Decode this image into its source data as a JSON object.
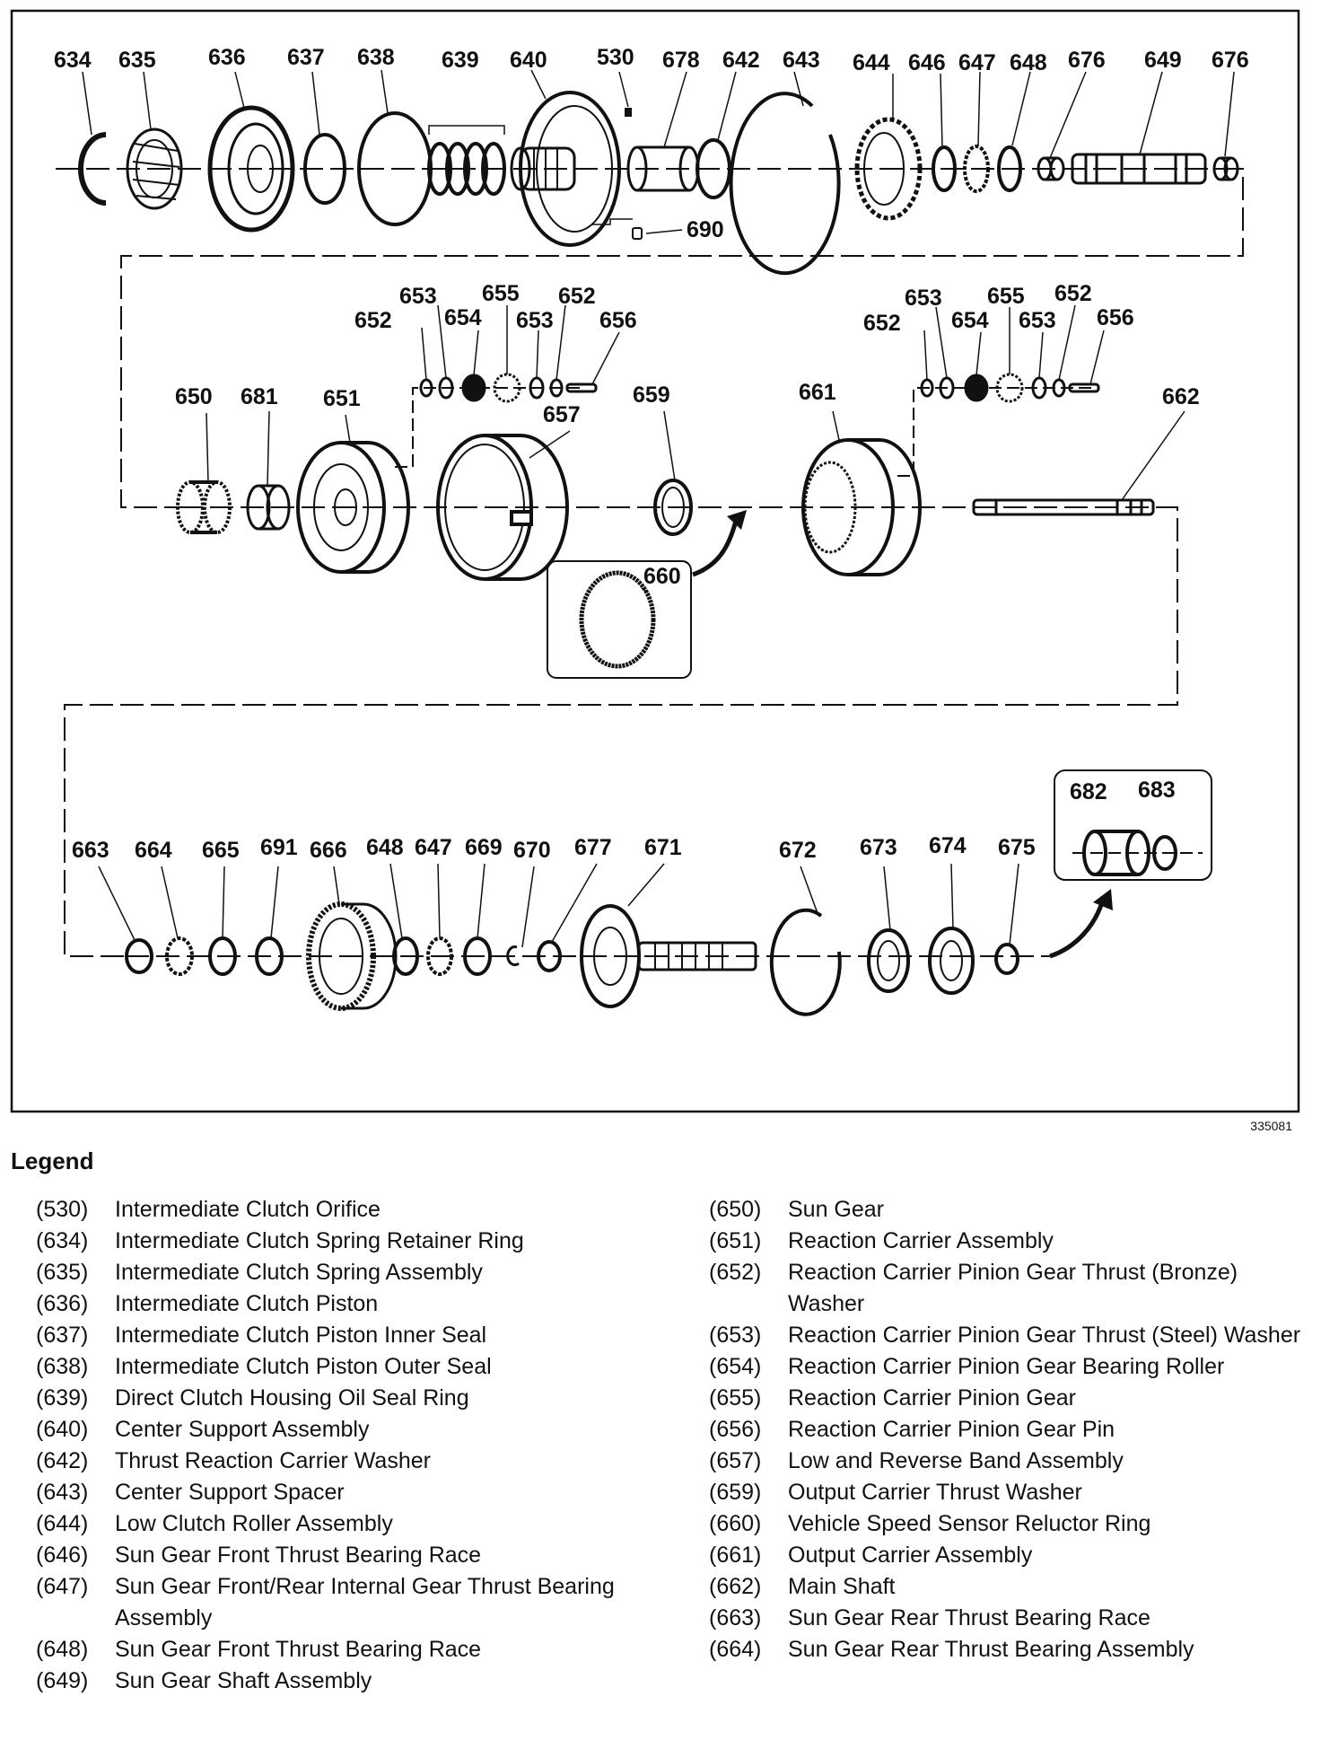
{
  "figure_id": "335081",
  "legend_title": "Legend",
  "callouts": {
    "r1": [
      "634",
      "635",
      "636",
      "637",
      "638",
      "639",
      "640",
      "530",
      "678",
      "642",
      "643",
      "644",
      "646",
      "647",
      "648",
      "676",
      "649",
      "676"
    ],
    "r1_extra": [
      "690"
    ],
    "r2": [
      "652",
      "653",
      "654",
      "655",
      "653",
      "652",
      "656",
      "652",
      "653",
      "654",
      "655",
      "653",
      "652",
      "656",
      "650",
      "681",
      "651",
      "657",
      "659",
      "661",
      "662",
      "660"
    ],
    "r3": [
      "663",
      "664",
      "665",
      "691",
      "666",
      "648",
      "647",
      "669",
      "670",
      "677",
      "671",
      "672",
      "673",
      "674",
      "675",
      "682",
      "683"
    ]
  },
  "legend_left": [
    {
      "num": "(530)",
      "desc": "Intermediate Clutch Orifice"
    },
    {
      "num": "(634)",
      "desc": "Intermediate Clutch Spring Retainer Ring"
    },
    {
      "num": "(635)",
      "desc": "Intermediate Clutch Spring Assembly"
    },
    {
      "num": "(636)",
      "desc": "Intermediate Clutch Piston"
    },
    {
      "num": "(637)",
      "desc": "Intermediate Clutch Piston Inner Seal"
    },
    {
      "num": "(638)",
      "desc": "Intermediate Clutch Piston Outer Seal"
    },
    {
      "num": "(639)",
      "desc": "Direct Clutch Housing Oil Seal Ring"
    },
    {
      "num": "(640)",
      "desc": "Center Support Assembly"
    },
    {
      "num": "(642)",
      "desc": "Thrust Reaction Carrier Washer"
    },
    {
      "num": "(643)",
      "desc": "Center Support Spacer"
    },
    {
      "num": "(644)",
      "desc": "Low Clutch Roller Assembly"
    },
    {
      "num": "(646)",
      "desc": "Sun Gear Front Thrust Bearing Race"
    },
    {
      "num": "(647)",
      "desc": "Sun Gear Front/Rear Internal Gear Thrust Bearing Assembly"
    },
    {
      "num": "(648)",
      "desc": "Sun Gear Front Thrust Bearing Race"
    },
    {
      "num": "(649)",
      "desc": "Sun Gear Shaft Assembly"
    }
  ],
  "legend_right": [
    {
      "num": "(650)",
      "desc": "Sun Gear"
    },
    {
      "num": "(651)",
      "desc": "Reaction Carrier Assembly"
    },
    {
      "num": "(652)",
      "desc": "Reaction Carrier Pinion Gear Thrust (Bronze) Washer"
    },
    {
      "num": "(653)",
      "desc": "Reaction Carrier Pinion Gear Thrust (Steel) Washer"
    },
    {
      "num": "(654)",
      "desc": "Reaction Carrier Pinion Gear Bearing Roller"
    },
    {
      "num": "(655)",
      "desc": "Reaction Carrier Pinion Gear"
    },
    {
      "num": "(656)",
      "desc": "Reaction Carrier Pinion Gear Pin"
    },
    {
      "num": "(657)",
      "desc": "Low and Reverse Band Assembly"
    },
    {
      "num": "(659)",
      "desc": "Output Carrier Thrust Washer"
    },
    {
      "num": "(660)",
      "desc": "Vehicle Speed Sensor Reluctor Ring"
    },
    {
      "num": "(661)",
      "desc": "Output Carrier Assembly"
    },
    {
      "num": "(662)",
      "desc": "Main Shaft"
    },
    {
      "num": "(663)",
      "desc": "Sun Gear Rear Thrust Bearing Race"
    },
    {
      "num": "(664)",
      "desc": "Sun Gear Rear Thrust Bearing Assembly"
    }
  ]
}
